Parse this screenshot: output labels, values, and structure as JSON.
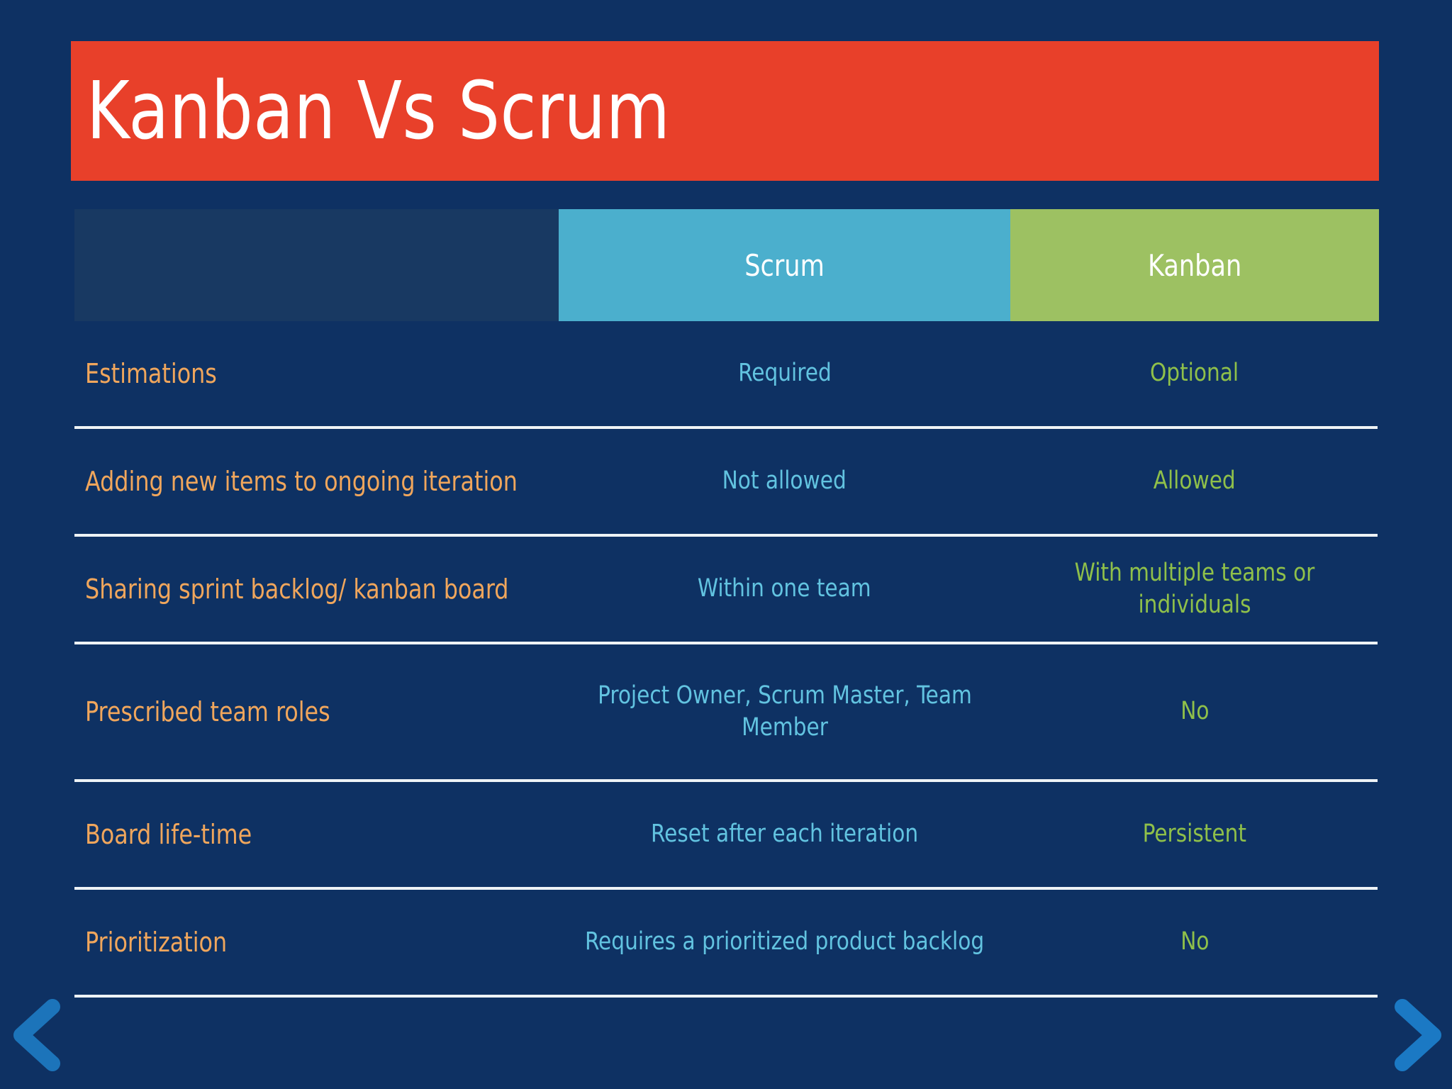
{
  "slide": {
    "title": "Kanban Vs Scrum",
    "background_color": "#0e3163",
    "title_banner_color": "#e8402a"
  },
  "table": {
    "columns": [
      {
        "key": "feature",
        "label": "",
        "header_bg": "#183962"
      },
      {
        "key": "scrum",
        "label": "Scrum",
        "header_bg": "#4bafcd",
        "text_color": "#62c3e0"
      },
      {
        "key": "kanban",
        "label": "Kanban",
        "header_bg": "#9dc162",
        "text_color": "#8fc04a"
      }
    ],
    "label_color": "#f0a65c",
    "divider_color": "#eef3f6",
    "rows": [
      {
        "feature": "Estimations",
        "scrum": "Required",
        "kanban": "Optional"
      },
      {
        "feature": "Adding new items to ongoing iteration",
        "scrum": "Not allowed",
        "kanban": "Allowed"
      },
      {
        "feature": "Sharing sprint backlog/ kanban board",
        "scrum": "Within one team",
        "kanban": "With multiple teams or individuals"
      },
      {
        "feature": "Prescribed team roles",
        "scrum": "Project Owner, Scrum Master, Team Member",
        "kanban": "No"
      },
      {
        "feature": "Board life-time",
        "scrum": "Reset after each iteration",
        "kanban": "Persistent"
      },
      {
        "feature": "Prioritization",
        "scrum": "Requires a prioritized product backlog",
        "kanban": "No"
      }
    ]
  },
  "navigation": {
    "prev_icon": "chevron-left-icon",
    "next_icon": "chevron-right-icon",
    "prev_color": "#1c74ba",
    "next_color": "#1b79c4"
  }
}
